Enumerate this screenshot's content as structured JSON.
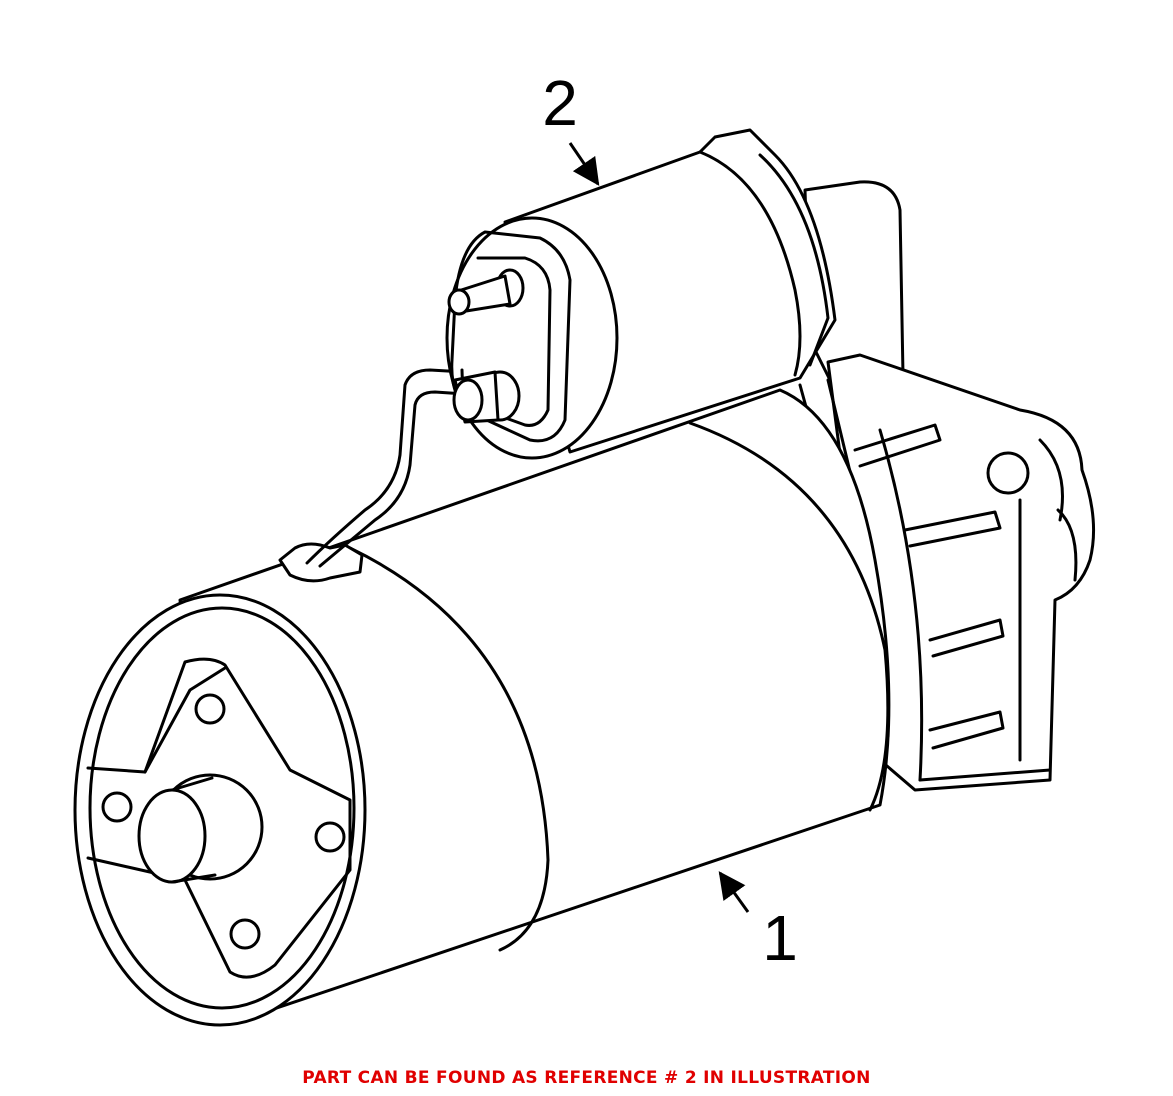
{
  "diagram": {
    "callouts": [
      {
        "ref": "1",
        "part": "starter-motor-body"
      },
      {
        "ref": "2",
        "part": "solenoid"
      }
    ]
  },
  "caption": {
    "text": "PART CAN BE FOUND AS REFERENCE # 2 IN ILLUSTRATION",
    "color": "#e00000"
  }
}
